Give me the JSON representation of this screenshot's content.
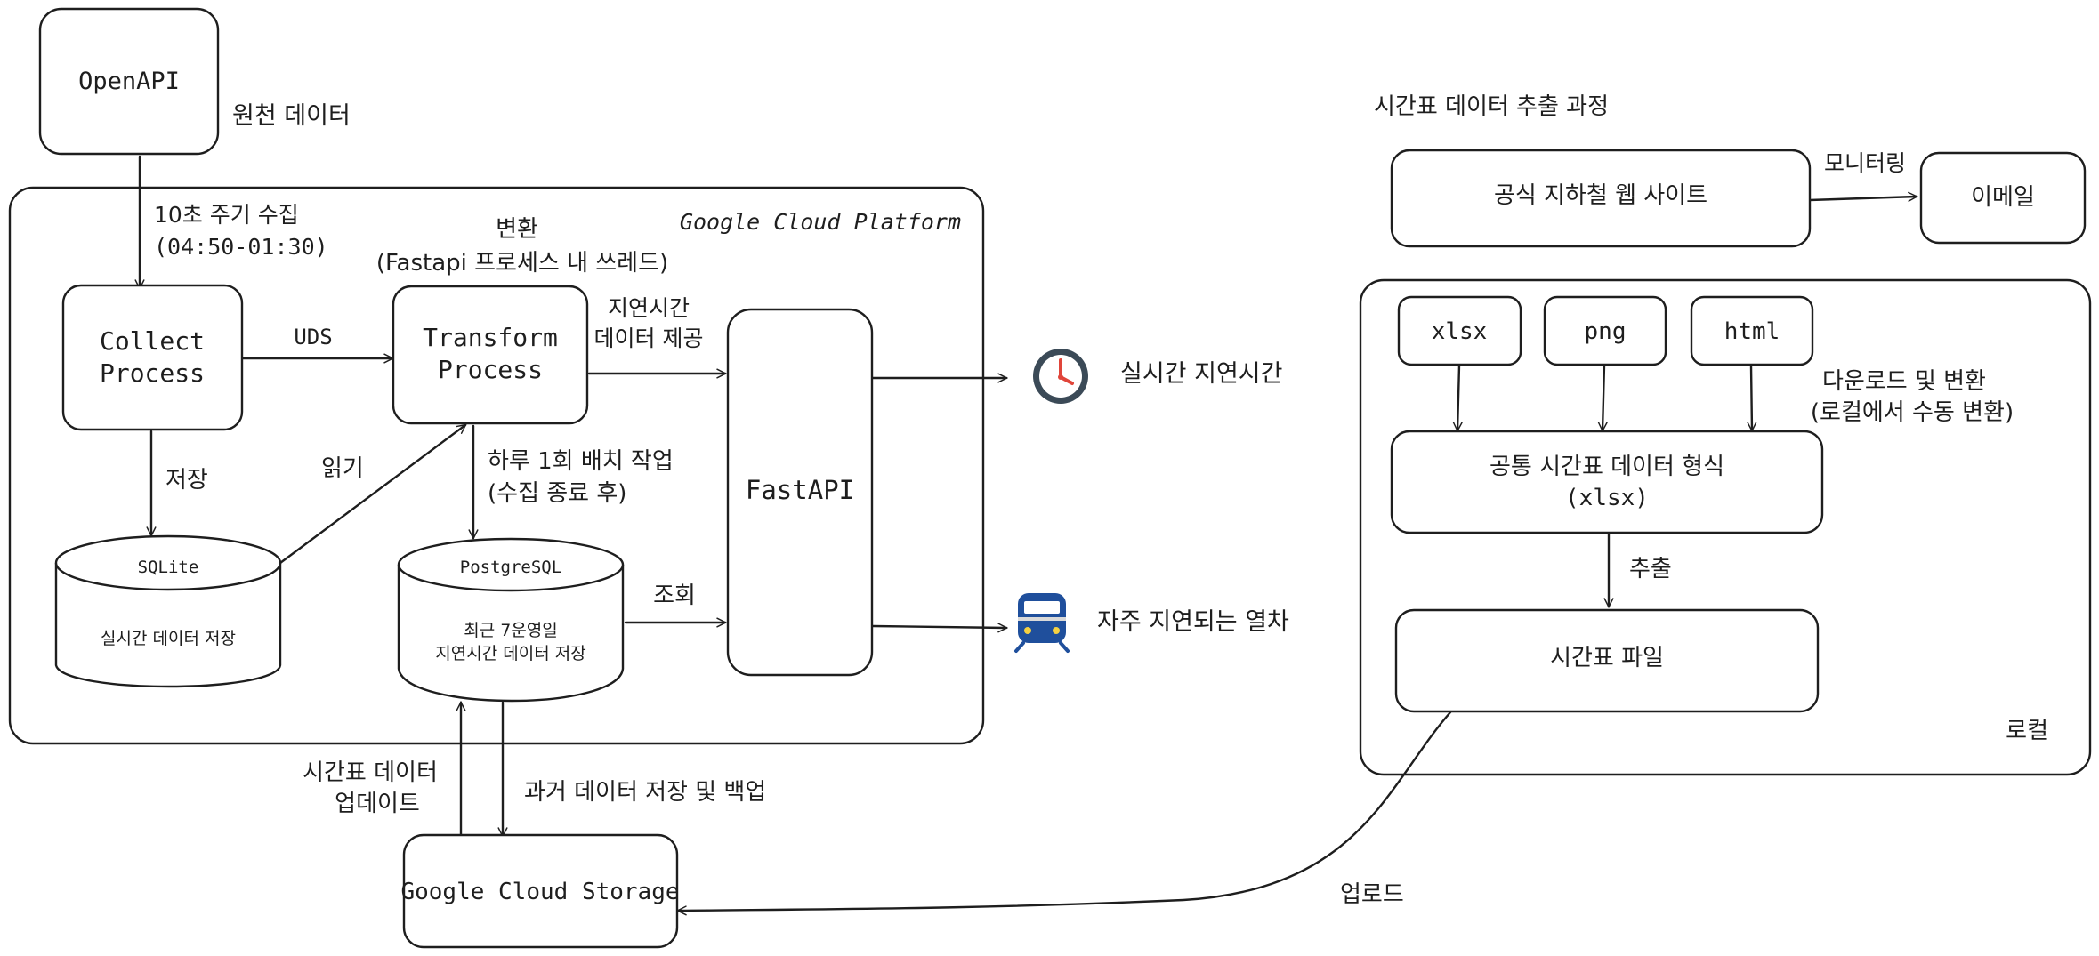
{
  "diagram": {
    "nodes": {
      "openapi": "OpenAPI",
      "collect_line1": "Collect",
      "collect_line2": "Process",
      "transform_line1": "Transform",
      "transform_line2": "Process",
      "sqlite_title": "SQLite",
      "sqlite_desc": "실시간 데이터 저장",
      "postgres_title": "PostgreSQL",
      "postgres_desc_line1": "최근 7운영일",
      "postgres_desc_line2": "지연시간 데이터 저장",
      "fastapi": "FastAPI",
      "gcs": "Google Cloud Storage",
      "official_site": "공식 지하철 웹 사이트",
      "email": "이메일",
      "xlsx": "xlsx",
      "png": "png",
      "html": "html",
      "common_format_line1": "공통 시간표 데이터 형식",
      "common_format_line2": "(xlsx)",
      "timetable_file": "시간표 파일"
    },
    "groups": {
      "gcp": "Google Cloud Platform",
      "local": "로컬"
    },
    "labels": {
      "source_data": "원천 데이터",
      "collect_interval_line1": "10초 주기 수집",
      "collect_interval_line2": "(04:50-01:30)",
      "transform_line1": "변환",
      "transform_line2": "(Fastapi 프로세스 내 쓰레드)",
      "uds": "UDS",
      "delay_provide_line1": "지연시간",
      "delay_provide_line2": "데이터 제공",
      "store": "저장",
      "read": "읽기",
      "batch_line1": "하루 1회 배치 작업",
      "batch_line2": "(수집 종료 후)",
      "query": "조회",
      "realtime_delay": "실시간 지연시간",
      "frequent_delay": "자주 지연되는 열차",
      "timetable_update_line1": "시간표 데이터",
      "timetable_update_line2": "업데이트",
      "backup": "과거 데이터 저장 및 백업",
      "extract_title": "시간표 데이터 추출 과정",
      "monitoring": "모니터링",
      "download_convert_line1": "다운로드 및 변환",
      "download_convert_line2": "(로컬에서 수동 변환)",
      "extract": "추출",
      "upload": "업로드"
    },
    "icons": {
      "clock": "clock-icon",
      "train": "train-icon"
    },
    "colors": {
      "stroke": "#1e1e1e",
      "clock_face": "#3b4a57",
      "clock_hand": "#e0453a",
      "train_body": "#1f4f9c"
    }
  }
}
